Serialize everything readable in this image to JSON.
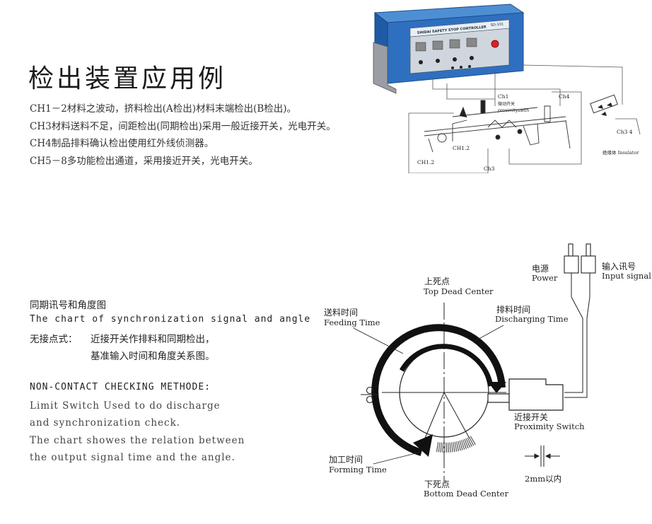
{
  "title": "检出装置应用例",
  "intro_lines": [
    "CH1－2材料之波动，挤料检出(A检出)材料末端检出(B检出)。",
    "CH3材料送料不足，间距检出(同期检出)采用一般近接开关，光电开关。",
    "CH4制品排料确认检出使用红外线侦测器。",
    "CH5－8多功能检出通道，采用接近开关，光电开关。"
  ],
  "device": {
    "brand_label": "SHIDAI  SAFETY STOP CONTROLLER",
    "model_label": "SD-101"
  },
  "setup_labels": {
    "ch1": "Ch1",
    "ch1_sub_cn": "微动开关",
    "ch1_sub_en": "proximityswith",
    "ch4": "Ch4",
    "ch12_a": "CH1.2",
    "ch12_b": "CH1.2",
    "ch3": "Ch3",
    "ch34": "Ch3 4",
    "insulator": "绝缘体 Insulator"
  },
  "sync": {
    "heading_cn": "同期讯号和角度图",
    "heading_en": "The chart of synchronization signal and angle",
    "line1_label": "无接点式：",
    "line1_text": "近接开关作排料和同期检出，",
    "line2_text": "基准输入时间和角度关系图。"
  },
  "noncontact": {
    "heading": "NON-CONTACT CHECKING METHODE:",
    "lines": [
      "Limit Switch Used to do discharge",
      "and synchronization check.",
      "The chart showes the relation between",
      "the output signal time and the angle."
    ]
  },
  "diagram": {
    "tdc_cn": "上死点",
    "tdc_en": "Top Dead Center",
    "feed_cn": "送料时间",
    "feed_en": "Feeding Time",
    "disch_cn": "排料时间",
    "disch_en": "Discharging Time",
    "power_cn": "电源",
    "power_en": "Power",
    "input_cn": "输入讯号",
    "input_en": "Input signal",
    "prox_cn": "近接开关",
    "prox_en": "Proximity  Switch",
    "form_cn": "加工时间",
    "form_en": "Forming Time",
    "bdc_cn": "下死点",
    "bdc_en": "Bottom Dead  Center",
    "gap": "2mm以内"
  }
}
